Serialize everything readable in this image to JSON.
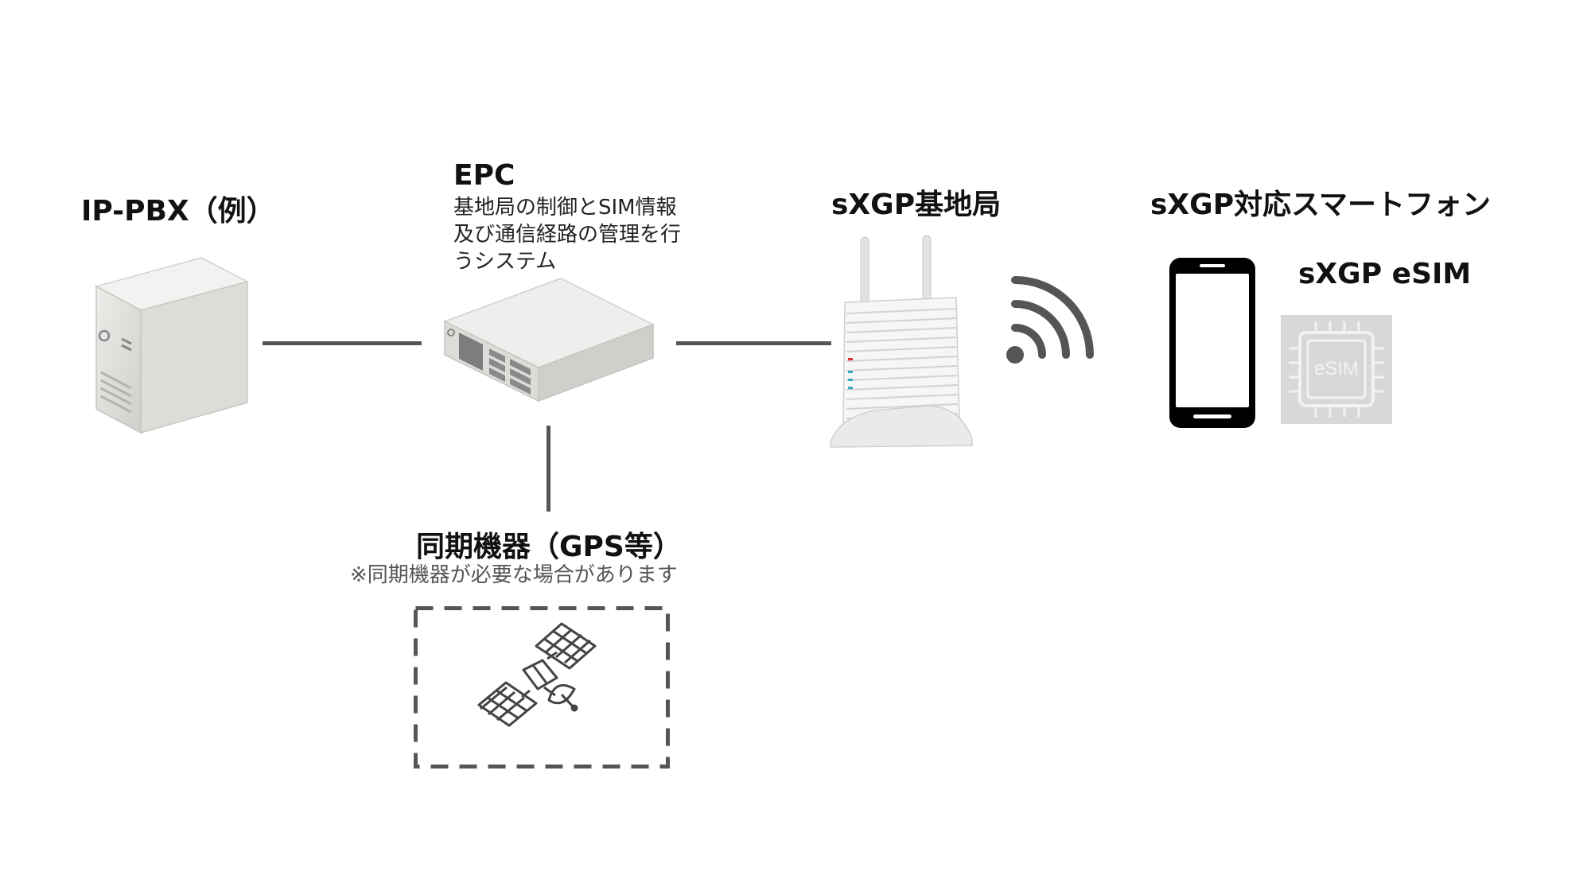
{
  "nodes": {
    "pbx": {
      "title": "IP-PBX（例）"
    },
    "epc": {
      "title": "EPC",
      "description": "基地局の制御とSIM情報\n及び通信経路の管理を行\nうシステム"
    },
    "base_station": {
      "title": "sXGP基地局"
    },
    "smartphone": {
      "title": "sXGP対応スマートフォン",
      "esim_label": "sXGP eSIM",
      "chip_text": "eSIM"
    },
    "sync": {
      "title": "同期機器（GPS等）",
      "note": "※同期機器が必要な場合があります"
    }
  },
  "icons": {
    "pbx": "server-tower-icon",
    "epc": "network-appliance-icon",
    "base_station": "wireless-router-icon",
    "signal": "wireless-signal-icon",
    "phone": "smartphone-icon",
    "chip": "esim-chip-icon",
    "satellite": "satellite-icon"
  },
  "colors": {
    "line": "#555555",
    "icon_gray": "#e8e8e4",
    "text": "#111111"
  }
}
